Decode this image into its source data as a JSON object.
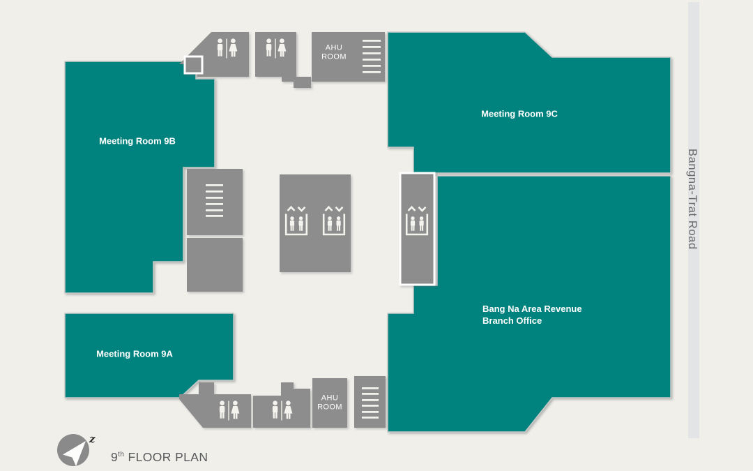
{
  "rooms": {
    "room_9b": {
      "label": "Meeting Room 9B"
    },
    "room_9c": {
      "label": "Meeting Room 9C"
    },
    "room_9a": {
      "label": "Meeting Room 9A"
    },
    "revenue_office": {
      "label_line1": "Bang Na Area Revenue",
      "label_line2": "Branch Office"
    }
  },
  "service": {
    "ahu_top": {
      "line1": "AHU",
      "line2": "ROOM"
    },
    "ahu_bottom": {
      "line1": "AHU",
      "line2": "ROOM"
    }
  },
  "road": {
    "label": "Bangna-Trat Road"
  },
  "footer": {
    "floor_number": "9",
    "ordinal_suffix": "th",
    "title_rest": " FLOOR PLAN",
    "north_letter": "z"
  },
  "icons": [
    "restroom-icon",
    "elevator-icon",
    "stairs-icon",
    "north-arrow-icon"
  ],
  "colors": {
    "room_fill": "#00827E",
    "block_fill": "#8D8D8D",
    "background": "#F0EFEA",
    "road_fill": "#E2E4E5",
    "room_text": "#FFFFFF",
    "caption_text": "#57585A",
    "road_text": "#696A6C"
  }
}
